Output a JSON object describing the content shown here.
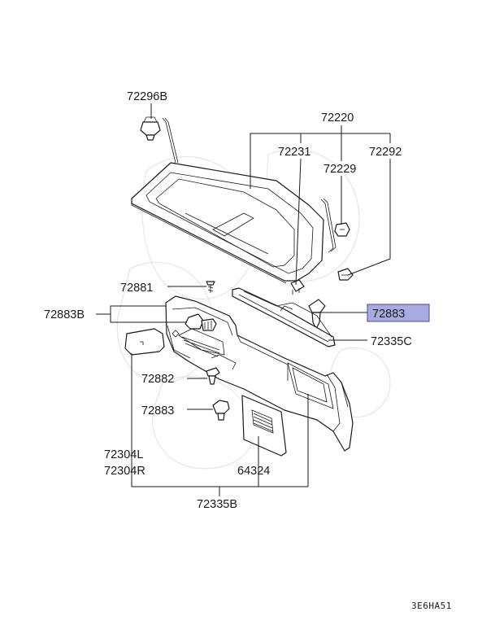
{
  "diagram": {
    "labels": {
      "p72296B": "72296B",
      "p72220": "72220",
      "p72231": "72231",
      "p72292": "72292",
      "p72229": "72229",
      "p72881": "72881",
      "p72883B": "72883B",
      "p72883_highlight": "72883",
      "p72335C": "72335C",
      "p72882": "72882",
      "p72883": "72883",
      "p72304L": "72304L",
      "p72304R": "72304R",
      "p64324": "64324",
      "p72335B": "72335B"
    },
    "highlight_color": "#a9abe0",
    "highlight_border": "#4a4a8a",
    "figure_code": "3E6HA51"
  }
}
